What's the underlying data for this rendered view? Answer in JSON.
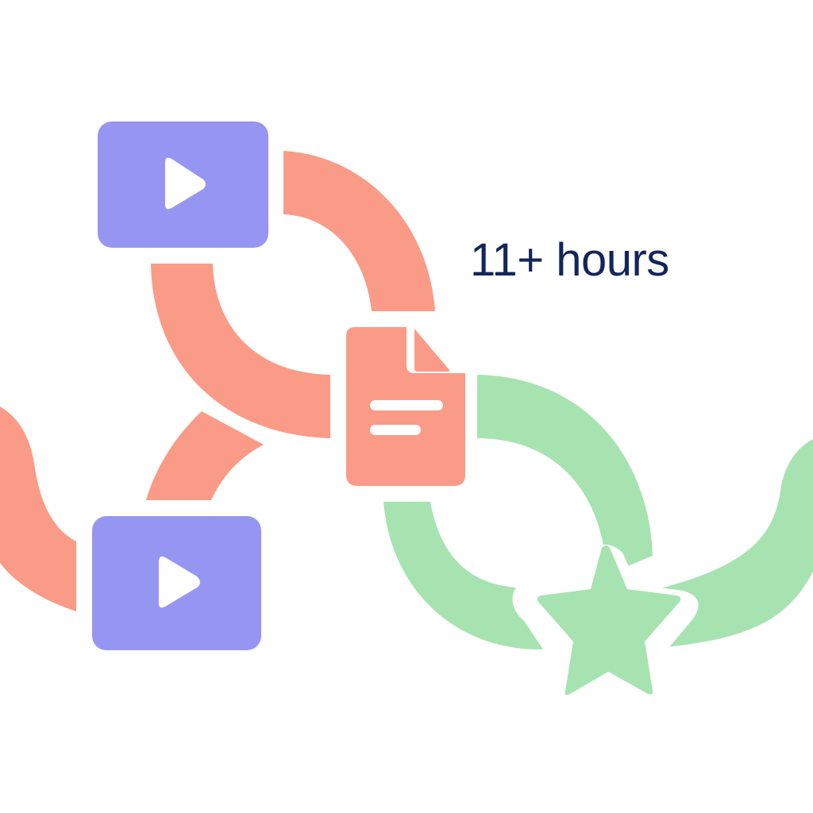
{
  "headline": {
    "text": "11+ hours"
  },
  "colors": {
    "background": "#ffffff",
    "coral": "#fa9b87",
    "purple": "#9696f2",
    "green": "#a6e3b0",
    "navy": "#13265a",
    "icon_glyph": "#ffffff"
  },
  "icons": [
    {
      "name": "video-play-icon",
      "position": "top-left"
    },
    {
      "name": "video-play-icon",
      "position": "bottom-left"
    },
    {
      "name": "document-icon",
      "position": "center"
    },
    {
      "name": "star-icon",
      "position": "bottom-right"
    }
  ]
}
